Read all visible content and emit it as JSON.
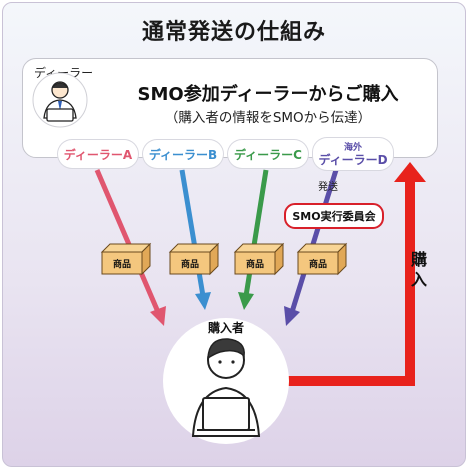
{
  "title": "通常発送の仕組み",
  "dealer_box": {
    "caption": "ディーラー",
    "line1": "SMO参加ディーラーからご購入",
    "line2": "（購入者の情報をSMOから伝達）"
  },
  "dealers": [
    {
      "label": "ディーラーA",
      "color": "#e0566f"
    },
    {
      "label": "ディーラーB",
      "color": "#3b8fd0"
    },
    {
      "label": "ディーラーC",
      "color": "#3a9a4a"
    },
    {
      "label": "ディーラーD",
      "prefix": "海外",
      "color": "#5a4ea8"
    }
  ],
  "shipping_label": "発送",
  "smo_label": "SMO実行委員会",
  "product_label": "商品",
  "buyer_label": "購入者",
  "purchase_label": "購入",
  "colors": {
    "purchase_arrow": "#e8221c",
    "smo_border": "#d8202a",
    "box_fill": "#f4c77e",
    "box_stroke": "#6a4a1e"
  }
}
